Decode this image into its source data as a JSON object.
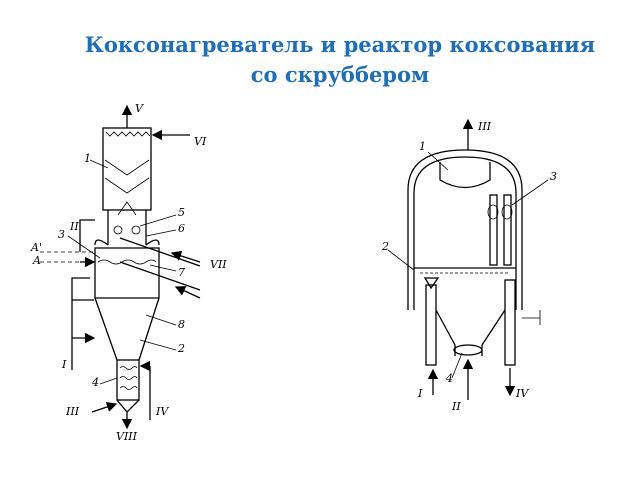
{
  "title": {
    "line1": "Коксонагреватель и реактор коксования",
    "line2": "со скруббером"
  },
  "left_diagram": {
    "labels": {
      "l1": "1",
      "l2": "2",
      "l3": "3",
      "l4": "4",
      "l5": "5",
      "l6": "6",
      "l7": "7",
      "l8": "8",
      "I": "I",
      "II": "II",
      "III": "III",
      "IV": "IV",
      "V": "V",
      "VI": "VI",
      "VII": "VII",
      "VIII": "VIII",
      "A": "A",
      "A_prime": "A'"
    }
  },
  "right_diagram": {
    "labels": {
      "l1": "1",
      "l2": "2",
      "l3": "3",
      "l4": "4",
      "I": "I",
      "II": "II",
      "III": "III",
      "IV": "IV"
    }
  }
}
